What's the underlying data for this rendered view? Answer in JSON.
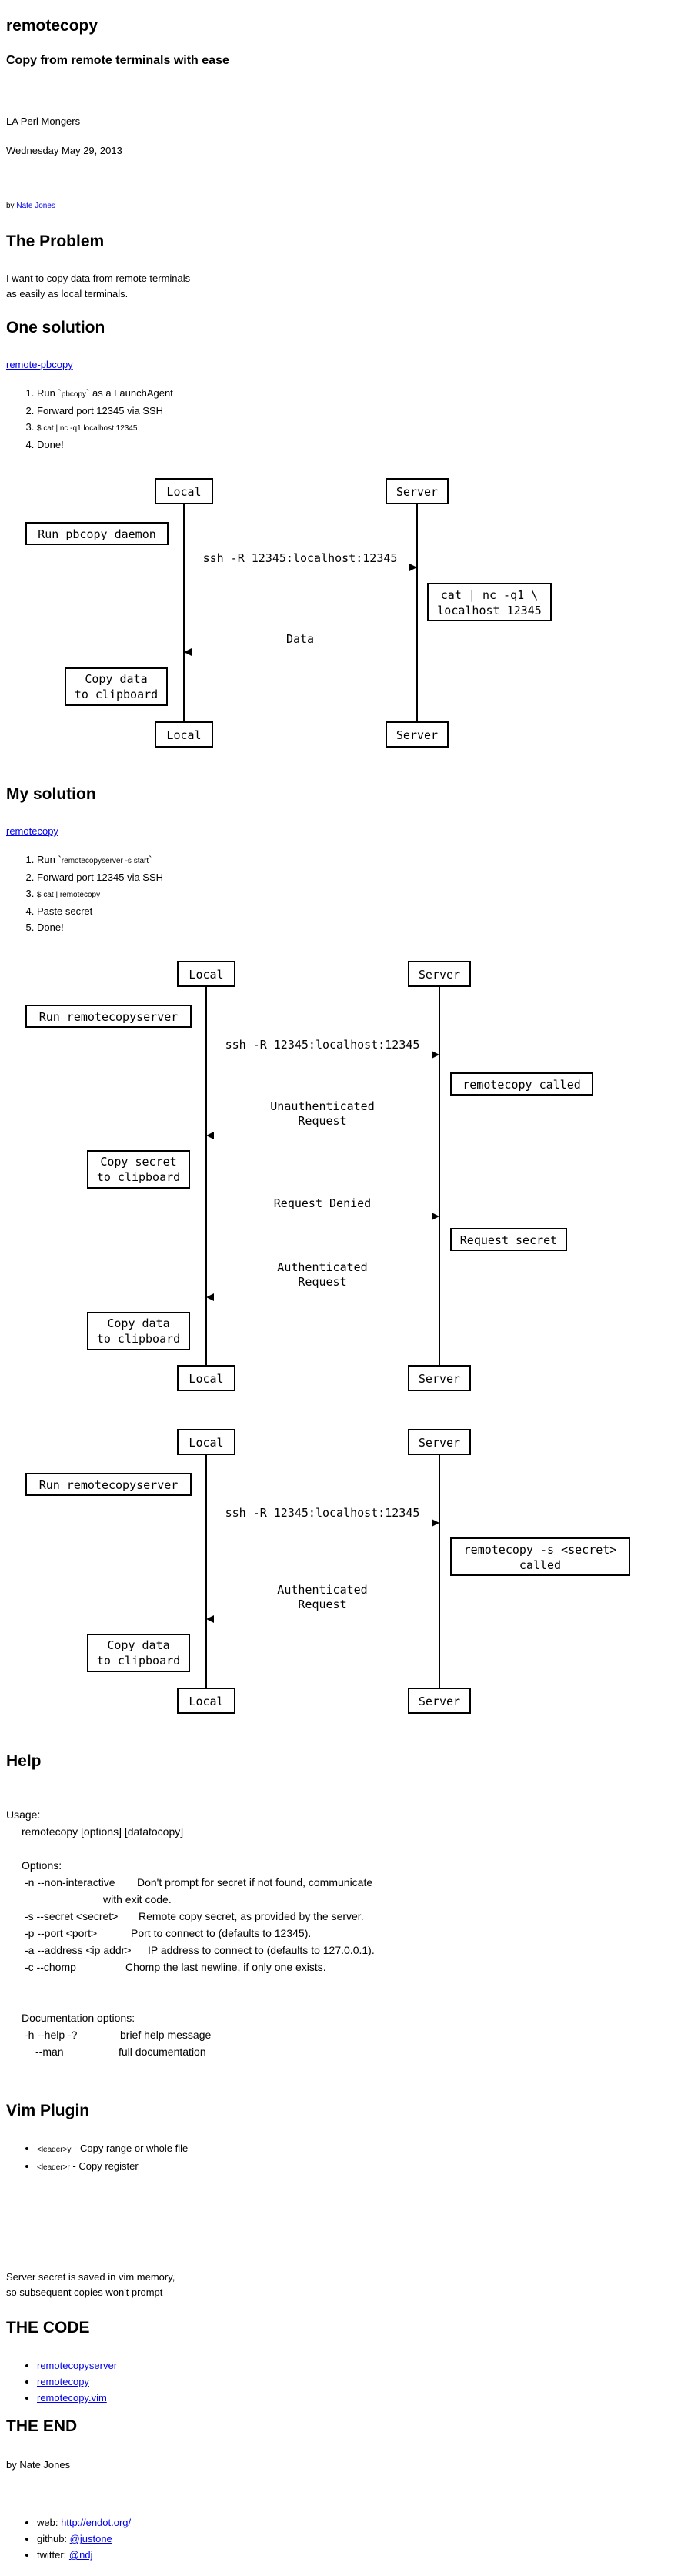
{
  "header": {
    "title": "remotecopy",
    "subtitle": "Copy from remote terminals with ease",
    "group": "LA Perl Mongers",
    "date": "Wednesday May 29, 2013",
    "by_prefix": "by ",
    "author_link": "Nate Jones"
  },
  "problem": {
    "heading": "The Problem",
    "line1": "I want to copy data from remote terminals",
    "line2": "as easily as local terminals."
  },
  "one_solution": {
    "heading": "One solution",
    "link": "remote-pbcopy",
    "steps": [
      {
        "pre": "Run `",
        "code": "pbcopy",
        "post": "` as a LaunchAgent"
      },
      {
        "pre": "Forward port 12345 via SSH",
        "code": "",
        "post": ""
      },
      {
        "pre": "",
        "code": "$ cat | nc -q1 localhost 12345",
        "post": ""
      },
      {
        "pre": "Done!",
        "code": "",
        "post": ""
      }
    ],
    "diagram": {
      "local": "Local",
      "server": "Server",
      "notes": [
        "Run pbcopy daemon",
        "cat | nc -q1 \\",
        "localhost 12345",
        "Copy data",
        "to clipboard"
      ],
      "messages": [
        "ssh -R 12345:localhost:12345",
        "Data"
      ]
    }
  },
  "my_solution": {
    "heading": "My solution",
    "link": "remotecopy",
    "steps": [
      {
        "pre": "Run `",
        "code": "remotecopyserver -s start",
        "post": "`"
      },
      {
        "pre": "Forward port 12345 via SSH",
        "code": "",
        "post": ""
      },
      {
        "pre": "",
        "code": "$ cat | remotecopy",
        "post": ""
      },
      {
        "pre": "Paste secret",
        "code": "",
        "post": ""
      },
      {
        "pre": "Done!",
        "code": "",
        "post": ""
      }
    ],
    "diagram1": {
      "local": "Local",
      "server": "Server",
      "notes": [
        "Run remotecopyserver",
        "remotecopy called",
        "Copy secret",
        "to clipboard",
        "Request secret",
        "Copy data",
        "to clipboard"
      ],
      "messages": [
        "ssh -R 12345:localhost:12345",
        "Unauthenticated",
        "Request",
        "Request Denied",
        "Authenticated",
        "Request"
      ]
    },
    "diagram2": {
      "local": "Local",
      "server": "Server",
      "notes": [
        "Run remotecopyserver",
        "remotecopy -s <secret>",
        "called",
        "Copy data",
        "to clipboard"
      ],
      "messages": [
        "ssh -R 12345:localhost:12345",
        "Authenticated",
        "Request"
      ]
    }
  },
  "help": {
    "heading": "Help",
    "usage_label": "Usage:",
    "usage": "remotecopy [options] [datatocopy]",
    "options_label": "Options:",
    "options": [
      {
        "flag": "-n --non-interactive",
        "desc": "Don't prompt for secret if not found, communicate"
      },
      {
        "flag": "",
        "desc": "with exit code."
      },
      {
        "flag": "-s --secret <secret>",
        "desc": "Remote copy secret, as provided by the server."
      },
      {
        "flag": "-p --port <port>",
        "desc": "Port to connect to (defaults to 12345)."
      },
      {
        "flag": "-a --address <ip addr>",
        "desc": "IP address to connect to (defaults to 127.0.0.1)."
      },
      {
        "flag": "-c --chomp",
        "desc": "Chomp the last newline, if only one exists."
      }
    ],
    "doc_label": "Documentation options:",
    "doc_options": [
      {
        "flag": "-h --help -?",
        "desc": "brief help message"
      },
      {
        "flag": "--man",
        "desc": "full documentation"
      }
    ]
  },
  "vim": {
    "heading": "Vim Plugin",
    "items": [
      {
        "code": "<leader>y",
        "text": " - Copy range or whole file"
      },
      {
        "code": "<leader>r",
        "text": " - Copy register"
      }
    ],
    "note1": "Server secret is saved in vim memory,",
    "note2": "so subsequent copies won't prompt"
  },
  "code": {
    "heading": "THE CODE",
    "links": [
      "remotecopyserver",
      "remotecopy",
      "remotecopy.vim"
    ]
  },
  "end": {
    "heading": "THE END",
    "by": "by Nate Jones",
    "contacts": [
      {
        "label": "web: ",
        "link": "http://endot.org/"
      },
      {
        "label": "github: ",
        "link": "@justone"
      },
      {
        "label": "twitter: ",
        "link": "@ndj"
      }
    ]
  }
}
